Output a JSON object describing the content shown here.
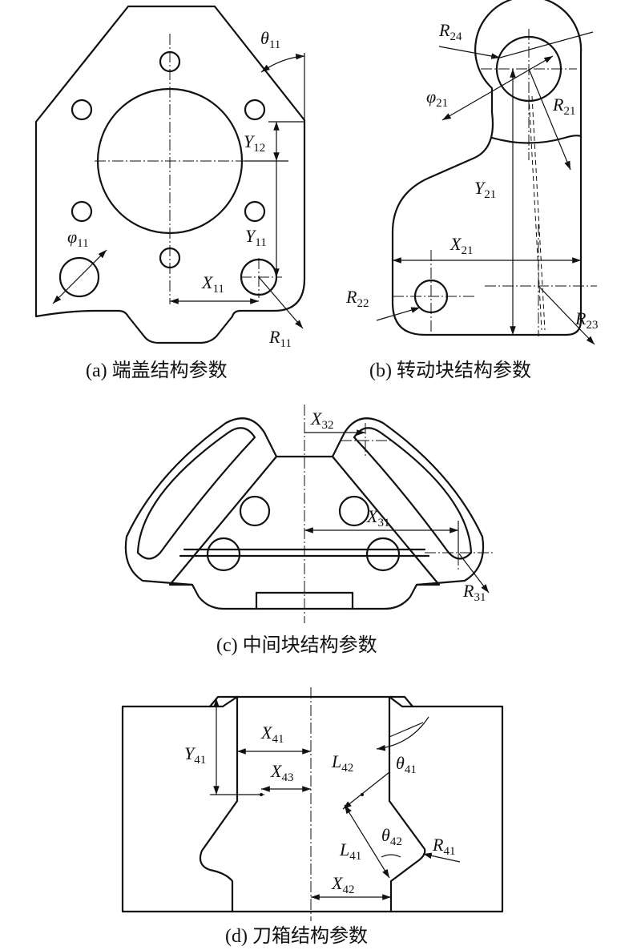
{
  "captions": {
    "a": "(a) 端盖结构参数",
    "b": "(b) 转动块结构参数",
    "c": "(c) 中间块结构参数",
    "d": "(d) 刀箱结构参数"
  },
  "labels": {
    "theta11": {
      "sym": "θ",
      "sub": "11"
    },
    "Y12": {
      "sym": "Y",
      "sub": "12"
    },
    "phi11": {
      "sym": "φ",
      "sub": "11"
    },
    "Y11": {
      "sym": "Y",
      "sub": "11"
    },
    "X11": {
      "sym": "X",
      "sub": "11"
    },
    "R11": {
      "sym": "R",
      "sub": "11"
    },
    "R24": {
      "sym": "R",
      "sub": "24"
    },
    "phi21": {
      "sym": "φ",
      "sub": "21"
    },
    "R21": {
      "sym": "R",
      "sub": "21"
    },
    "Y21": {
      "sym": "Y",
      "sub": "21"
    },
    "X21": {
      "sym": "X",
      "sub": "21"
    },
    "R22": {
      "sym": "R",
      "sub": "22"
    },
    "R23": {
      "sym": "R",
      "sub": "23"
    },
    "X32": {
      "sym": "X",
      "sub": "32"
    },
    "X31": {
      "sym": "X",
      "sub": "31"
    },
    "R31": {
      "sym": "R",
      "sub": "31"
    },
    "Y41": {
      "sym": "Y",
      "sub": "41"
    },
    "X41": {
      "sym": "X",
      "sub": "41"
    },
    "X43": {
      "sym": "X",
      "sub": "43"
    },
    "L42": {
      "sym": "L",
      "sub": "42"
    },
    "theta41": {
      "sym": "θ",
      "sub": "41"
    },
    "L41": {
      "sym": "L",
      "sub": "41"
    },
    "theta42": {
      "sym": "θ",
      "sub": "42"
    },
    "R41": {
      "sym": "R",
      "sub": "41"
    },
    "X42": {
      "sym": "X",
      "sub": "42"
    }
  }
}
